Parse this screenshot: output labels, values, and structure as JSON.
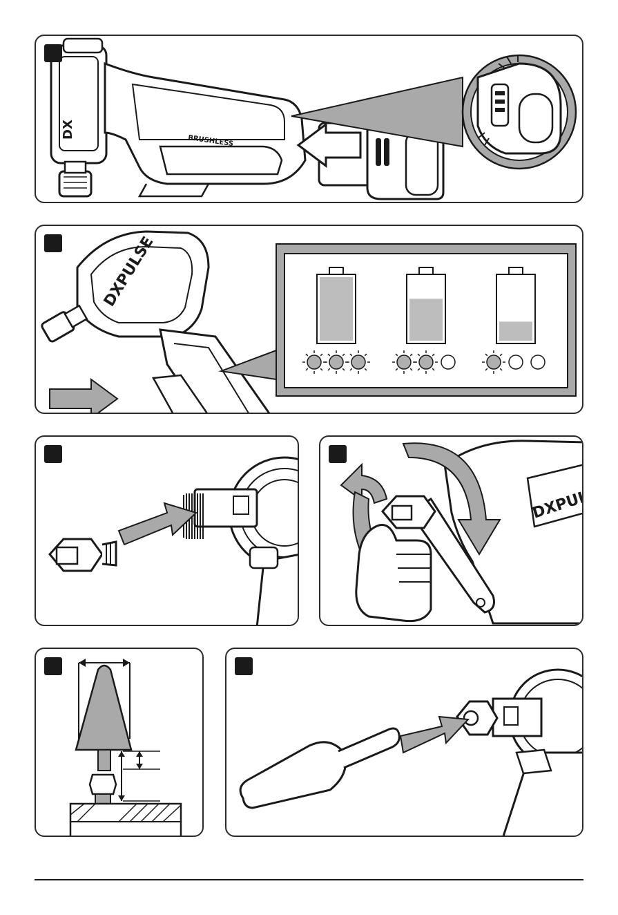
{
  "brand": {
    "logo_dx": "DX",
    "logo_pulse": "PULSE",
    "badge_text": "BRUSHLESS"
  },
  "colors": {
    "outline": "#1a1a1a",
    "fill_grey": "#bdbdbd",
    "led_grey": "#b0b0b0",
    "arrow_grey": "#a9a9a9",
    "panel_bg": "#ffffff"
  },
  "battery_states": [
    {
      "level": 1.0,
      "leds_on": 3
    },
    {
      "level": 0.66,
      "leds_on": 2
    },
    {
      "level": 0.3,
      "leds_on": 1
    }
  ]
}
